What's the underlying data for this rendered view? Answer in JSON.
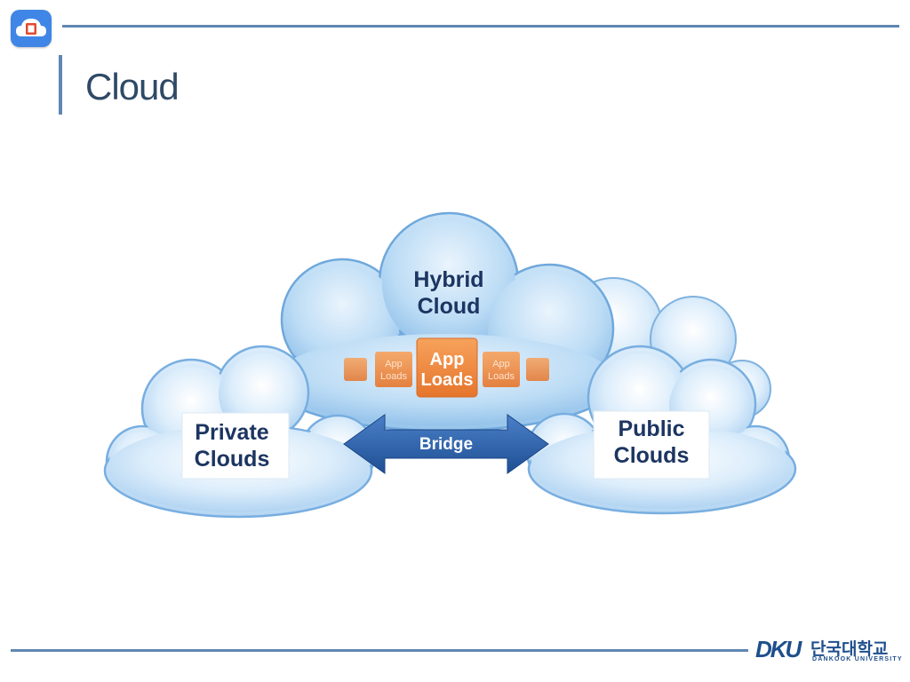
{
  "slide": {
    "title": "Cloud"
  },
  "diagram": {
    "hybrid_label": [
      "Hybrid",
      "Cloud"
    ],
    "app_loads_main": [
      "App",
      "Loads"
    ],
    "app_loads_side": [
      "App",
      "Loads"
    ],
    "private_label": [
      "Private",
      "Clouds"
    ],
    "public_label": [
      "Public",
      "Clouds"
    ],
    "bridge_label": "Bridge"
  },
  "footer": {
    "logo_mark": "DKU",
    "logo_korean": "단국대학교",
    "logo_english": "DANKOOK UNIVERSITY"
  },
  "colors": {
    "accent": "#5f87b3",
    "title": "#2f4a66",
    "cloud_fill": "#cfe6f8",
    "cloud_edge": "#6fa8dc",
    "orange": "#f0883a",
    "arrow": "#2a5fa8",
    "label_text": "#1c3561"
  },
  "icons": {
    "app_icon": "cloud-app-icon"
  }
}
